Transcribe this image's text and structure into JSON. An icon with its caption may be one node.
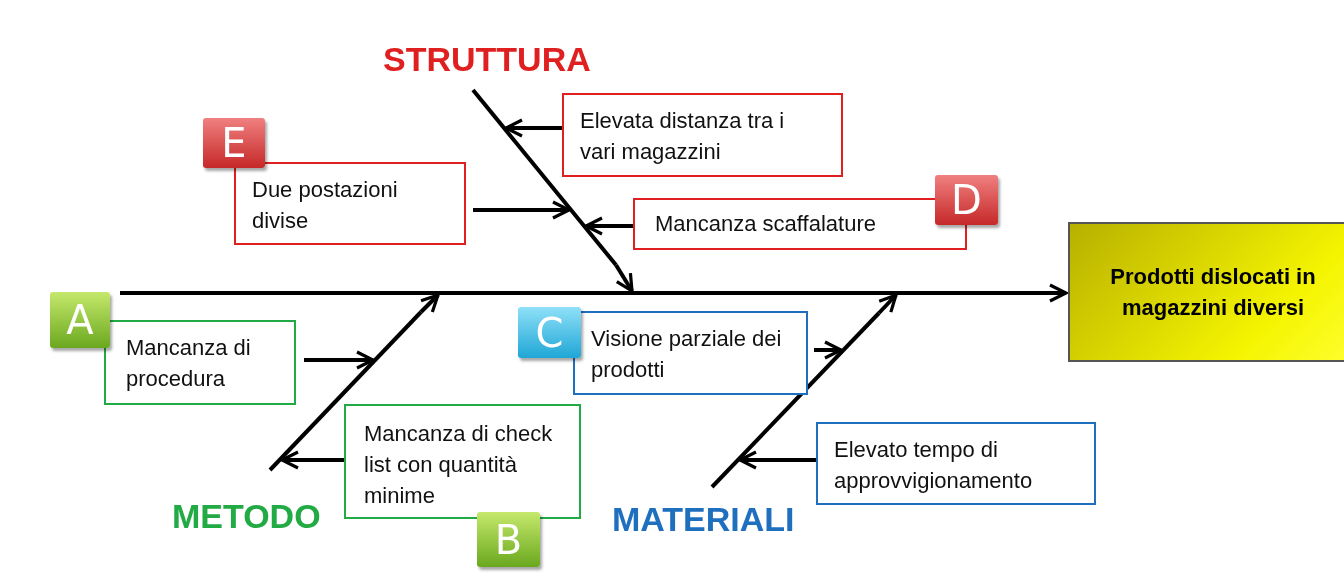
{
  "diagram": {
    "nodes": [
      {
        "text": [
          "E"
        ]
      },
      {
        "text": [
          "Due postazioni divise"
        ]
      },
      {
        "text": [
          "Elevata distanza tra i vari magazzini"
        ]
      },
      {
        "text": [
          "D"
        ]
      },
      {
        "text": [
          "Mancanza scaffalature"
        ]
      },
      {
        "text": [],
        "shape": "bar"
      },
      {
        "text": [],
        "shape": "bar"
      },
      {
        "text": [
          "Prodotti dislocati in magazzini diversi"
        ]
      },
      {
        "text": [
          "A"
        ]
      },
      {
        "text": [
          "Mancanza di procedura"
        ]
      },
      {
        "text": [
          "C"
        ]
      },
      {
        "text": [
          "Visione parziale dei prodotti"
        ]
      },
      {
        "text": [],
        "shape": "bar"
      },
      {
        "text": [],
        "shape": "bar"
      },
      {
        "text": [
          "Mancanza di check list con quantità minime"
        ]
      },
      {
        "text": [
          "Elevato tempo di approvvigionamento"
        ]
      },
      {
        "text": [
          "B"
        ]
      }
    ],
    "edges": [
      {
        "from": 2,
        "to": 5,
        "arrow": "to"
      },
      {
        "from": 1,
        "to": 5,
        "arrow": "to"
      },
      {
        "from": 4,
        "to": 5,
        "arrow": "to"
      },
      {
        "from": 5,
        "to": 6,
        "arrow": "to"
      },
      {
        "from": 6,
        "to": 7,
        "arrow": "to"
      },
      {
        "from": 9,
        "to": 12,
        "arrow": "to"
      },
      {
        "from": 14,
        "to": 12,
        "arrow": "to"
      },
      {
        "from": 12,
        "to": 6,
        "arrow": "to"
      },
      {
        "from": 11,
        "to": 13,
        "arrow": "to"
      },
      {
        "from": 15,
        "to": 13,
        "arrow": "to"
      },
      {
        "from": 13,
        "to": 6,
        "arrow": "to"
      }
    ],
    "labels": [
      "STRUTTURA",
      "METODO",
      "MATERIALI"
    ]
  }
}
